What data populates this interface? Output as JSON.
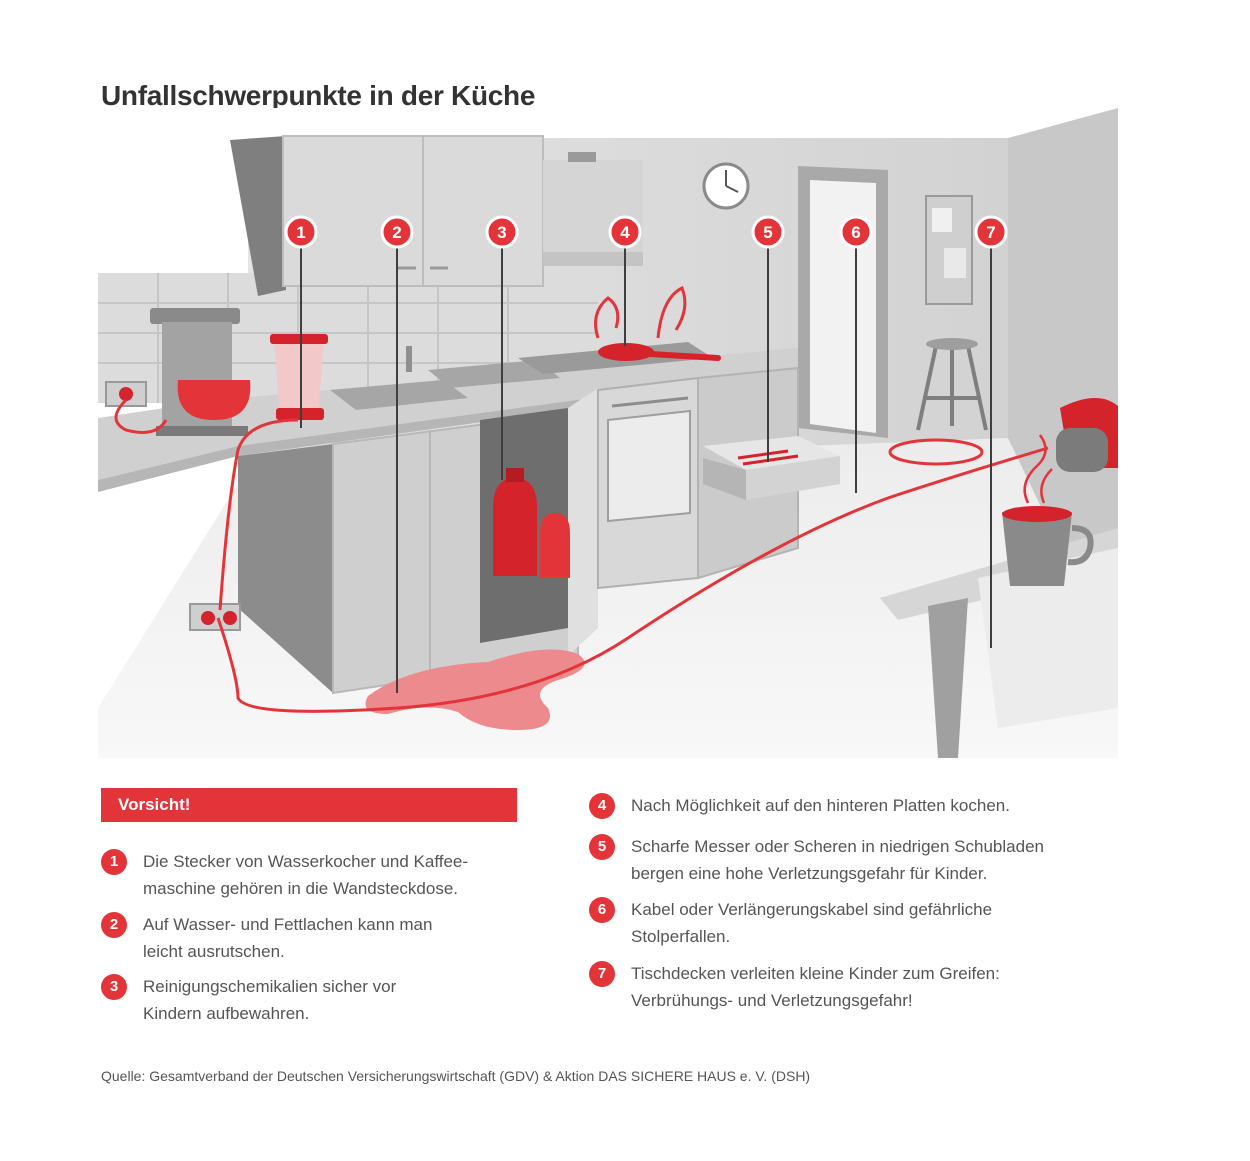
{
  "title": "Unfallschwerpunkte in der Küche",
  "markers": [
    "1",
    "2",
    "3",
    "4",
    "5",
    "6",
    "7"
  ],
  "warning_label": "Vorsicht!",
  "hints": [
    {
      "num": "1",
      "text": "Die Stecker von Wasserkocher und Kaffee-\nmaschine gehören in die Wandsteckdose."
    },
    {
      "num": "2",
      "text": "Auf Wasser- und Fettlachen kann man\nleicht ausrutschen."
    },
    {
      "num": "3",
      "text": "Reinigungschemikalien sicher vor\nKindern aufbewahren."
    },
    {
      "num": "4",
      "text": "Nach Möglichkeit auf den hinteren Platten kochen."
    },
    {
      "num": "5",
      "text": "Scharfe Messer oder Scheren in niedrigen Schubladen\nbergen eine hohe Verletzungsgefahr für Kinder."
    },
    {
      "num": "6",
      "text": "Kabel oder Verlängerungskabel sind gefährliche\nStolperfallen."
    },
    {
      "num": "7",
      "text": "Tischdecken verleiten kleine Kinder zum Greifen:\nVerbrühungs- und Verletzungsgefahr!"
    }
  ],
  "source": "Quelle: Gesamtverband der Deutschen Versicherungswirtschaft (GDV) & Aktion DAS SICHERE HAUS e. V. (DSH)",
  "colors": {
    "accent": "#e3343a",
    "text": "#555555",
    "title": "#333333"
  }
}
